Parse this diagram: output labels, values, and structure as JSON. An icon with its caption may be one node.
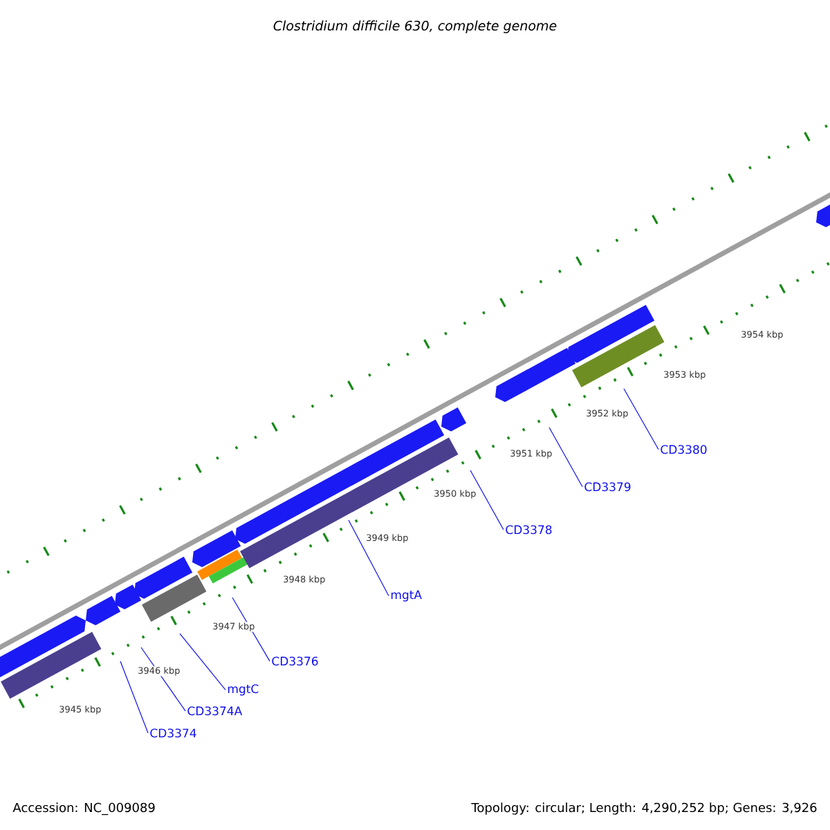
{
  "diagram": {
    "title": "Clostridium difficile 630, complete genome",
    "nodes": [
      {
        "text": [
          "CD3374"
        ]
      },
      {
        "text": [
          "CD3374A"
        ]
      },
      {
        "text": [
          "mgtC"
        ]
      },
      {
        "text": [
          "CD3376"
        ]
      },
      {
        "text": [
          "mgtA"
        ]
      },
      {
        "text": [
          "CD3378"
        ]
      },
      {
        "text": [
          "CD3379"
        ]
      },
      {
        "text": [
          "CD3380"
        ]
      }
    ],
    "edges": [
      {
        "from": 0,
        "to": null,
        "arrow": "none"
      },
      {
        "from": 1,
        "to": null,
        "arrow": "none"
      },
      {
        "from": 2,
        "to": null,
        "arrow": "none"
      },
      {
        "from": 3,
        "to": null,
        "arrow": "none"
      },
      {
        "from": 4,
        "to": null,
        "arrow": "none"
      },
      {
        "from": 5,
        "to": null,
        "arrow": "none"
      },
      {
        "from": 6,
        "to": null,
        "arrow": "none"
      },
      {
        "from": 7,
        "to": null,
        "arrow": "none"
      }
    ],
    "labels": [
      "3945 kbp",
      "3946 kbp",
      "3947 kbp",
      "3948 kbp",
      "3949 kbp",
      "3950 kbp",
      "3951 kbp",
      "3952 kbp",
      "3953 kbp",
      "3954 kbp",
      "Accession: NC_009089",
      "Topology: circular; Length: 4,290,252 bp; Genes: 3,926"
    ]
  }
}
